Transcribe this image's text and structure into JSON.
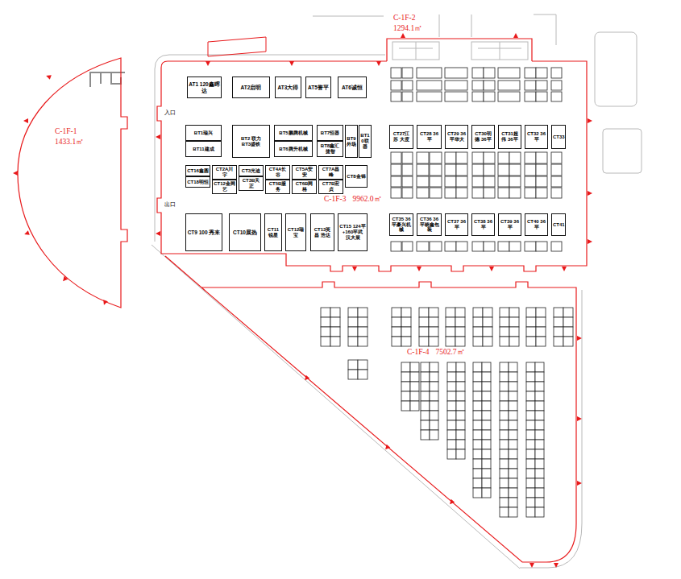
{
  "diagram": {
    "nodes": [
      {
        "text": [
          "C-1F-1",
          "1433.1㎡"
        ]
      },
      {
        "text": [
          "C-1F-2",
          "1294.1㎡"
        ]
      },
      {
        "text": [
          "C-1F-3",
          "9962.0㎡"
        ]
      },
      {
        "text": [
          "C-1F-4",
          "7502.7㎡"
        ]
      },
      {
        "text": [
          "AT1 120鑫晖达"
        ],
        "in": 2
      },
      {
        "text": [
          "AT2启明"
        ],
        "in": 2
      },
      {
        "text": [
          "AT3大得"
        ],
        "in": 2
      },
      {
        "text": [
          "AT5誉平"
        ],
        "in": 2
      },
      {
        "text": [
          "AT6诚恒"
        ],
        "in": 2
      },
      {
        "text": [
          "BT1瑞兴"
        ],
        "in": 2
      },
      {
        "text": [
          "BT11建成"
        ],
        "in": 2
      },
      {
        "text": [
          "BT2 联力",
          "BT3盛铁"
        ],
        "in": 2
      },
      {
        "text": [
          "BT5鹏腾机械"
        ],
        "in": 2
      },
      {
        "text": [
          "BT6腾升机械"
        ],
        "in": 2
      },
      {
        "text": [
          "BT7恒器"
        ],
        "in": 2
      },
      {
        "text": [
          "BT8鑫汇捷智"
        ],
        "in": 2
      },
      {
        "text": [
          "BT9 外场"
        ],
        "in": 2
      },
      {
        "text": [
          "BT1 0联器"
        ],
        "in": 2
      },
      {
        "text": [
          "CT16鑫圆"
        ],
        "in": 2
      },
      {
        "text": [
          "CT18明恒"
        ],
        "in": 2
      },
      {
        "text": [
          "CT2A川宇"
        ],
        "in": 2
      },
      {
        "text": [
          "CT12金网艺"
        ],
        "in": 2
      },
      {
        "text": [
          "CT3光迪"
        ],
        "in": 2
      },
      {
        "text": [
          "CT3B天正"
        ],
        "in": 2
      },
      {
        "text": [
          "CT4A长谷"
        ],
        "in": 2
      },
      {
        "text": [
          "CT5B服务"
        ],
        "in": 2
      },
      {
        "text": [
          "CT5A安安"
        ],
        "in": 2
      },
      {
        "text": [
          "CT6B网格"
        ],
        "in": 2
      },
      {
        "text": [
          "CT7A昌峰"
        ],
        "in": 2
      },
      {
        "text": [
          "CT7B宏贞"
        ],
        "in": 2
      },
      {
        "text": [
          "CT8金铎"
        ],
        "in": 2
      },
      {
        "text": [
          "CT9 100 秀来"
        ],
        "in": 2
      },
      {
        "text": [
          "CT10展热"
        ],
        "in": 2
      },
      {
        "text": [
          "CT11锐星"
        ],
        "in": 2
      },
      {
        "text": [
          "CT12瑞宝"
        ],
        "in": 2
      },
      {
        "text": [
          "CT13英昌 浩达"
        ],
        "in": 2
      },
      {
        "text": [
          "CT15 124平+160平武 汉大展"
        ],
        "in": 2
      },
      {
        "text": [
          "CT27江苏 大度"
        ],
        "in": 2
      },
      {
        "text": [
          "CT28 36 平"
        ],
        "in": 2
      },
      {
        "text": [
          "CT29 36 平华大"
        ],
        "in": 2
      },
      {
        "text": [
          "CT30明德 36平"
        ],
        "in": 2
      },
      {
        "text": [
          "CT31超伟 36平"
        ],
        "in": 2
      },
      {
        "text": [
          "CT32 36 平"
        ],
        "in": 2
      },
      {
        "text": [
          "CT33"
        ],
        "in": 2
      },
      {
        "text": [
          "CT35 36 平豪兴机 械"
        ],
        "in": 2
      },
      {
        "text": [
          "CT36 36 平晓鑫包 装"
        ],
        "in": 2
      },
      {
        "text": [
          "CT37 36 平"
        ],
        "in": 2
      },
      {
        "text": [
          "CT38 36 平"
        ],
        "in": 2
      },
      {
        "text": [
          "CT39 36 平"
        ],
        "in": 2
      },
      {
        "text": [
          "CT40 36 平"
        ],
        "in": 2
      },
      {
        "text": [
          "CT41"
        ],
        "in": 2
      }
    ],
    "labels": [
      "入口",
      "出口"
    ]
  }
}
